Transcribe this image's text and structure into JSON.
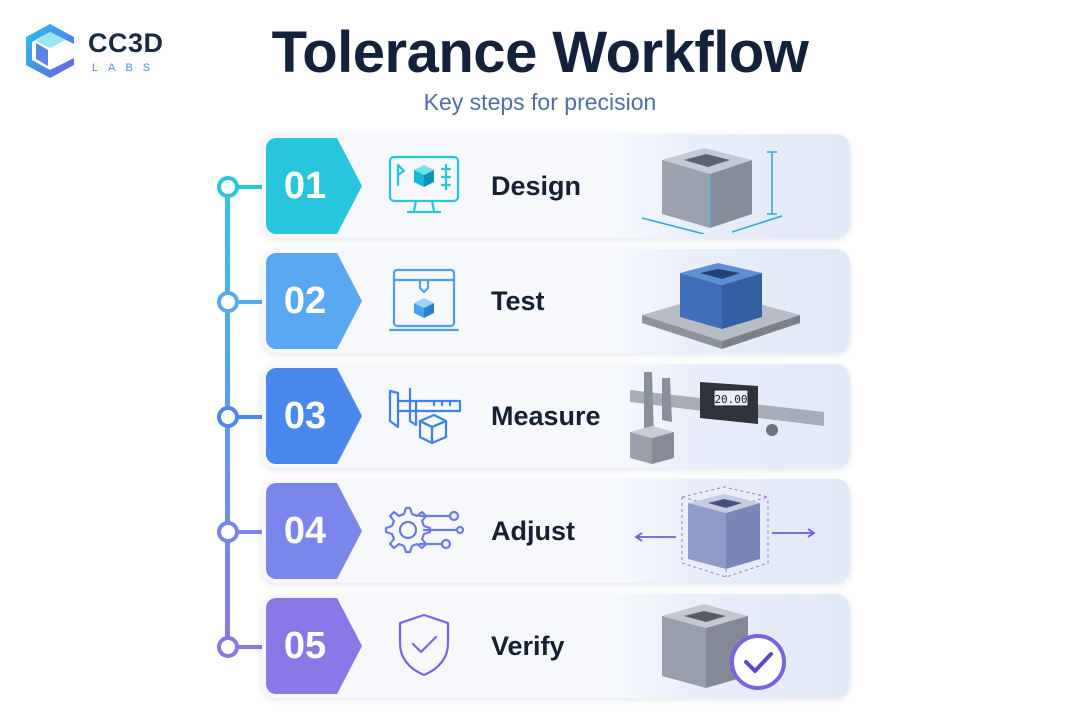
{
  "logo": {
    "brand": "CC3D",
    "sub": "LABS"
  },
  "title": "Tolerance Workflow",
  "subtitle": "Key steps for precision",
  "steps": [
    {
      "number": "01",
      "label": "Design",
      "color": "#27c6dd",
      "icon": "monitor-cube-icon"
    },
    {
      "number": "02",
      "label": "Test",
      "color": "#5aa8f2",
      "icon": "3d-printer-icon"
    },
    {
      "number": "03",
      "label": "Measure",
      "color": "#4b88ee",
      "icon": "caliper-cube-icon"
    },
    {
      "number": "04",
      "label": "Adjust",
      "color": "#7b86ea",
      "icon": "gear-sliders-icon"
    },
    {
      "number": "05",
      "label": "Verify",
      "color": "#8a76e4",
      "icon": "shield-check-icon"
    }
  ],
  "caliper_reading": "20.00",
  "colors": {
    "title": "#13213b",
    "subtitle": "#4c6fa8",
    "accent": "#4b88ee"
  }
}
